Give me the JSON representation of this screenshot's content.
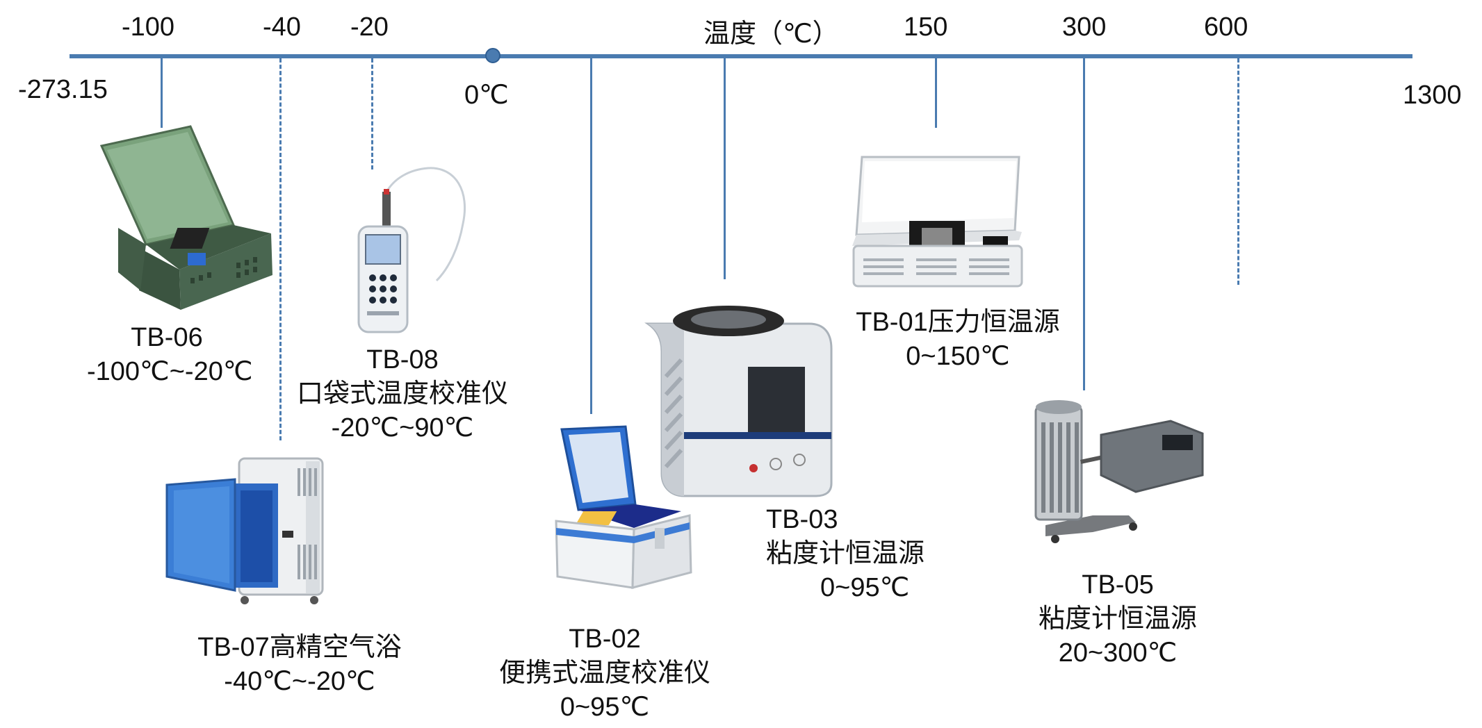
{
  "axis": {
    "title": "温度（℃）",
    "start_label": "-273.15",
    "zero_label": "0℃",
    "end_label": "1300",
    "ticks": [
      "-100",
      "-40",
      "-20",
      "150",
      "300",
      "600"
    ]
  },
  "devices": [
    {
      "model": "TB-06",
      "name": "",
      "range": "-100℃~-20℃",
      "icon": "green-cold-bath-icon"
    },
    {
      "model": "TB-08",
      "name": "口袋式温度校准仪",
      "range": "-20℃~90℃",
      "icon": "handheld-calibrator-icon"
    },
    {
      "model": "TB-07高精空气浴",
      "name": "",
      "range": "-40℃~-20℃",
      "icon": "air-bath-cabinet-icon"
    },
    {
      "model": "TB-02",
      "name": "便携式温度校准仪",
      "range": "0~95℃",
      "icon": "portable-bath-icon"
    },
    {
      "model": "TB-03",
      "name": "粘度计恒温源",
      "range": "0~95℃",
      "icon": "viscometer-bath-icon"
    },
    {
      "model": "TB-01压力恒温源",
      "name": "",
      "range": "0~150℃",
      "icon": "pressure-bath-icon"
    },
    {
      "model": "TB-05",
      "name": "粘度计恒温源",
      "range": "20~300℃",
      "icon": "dry-block-furnace-icon"
    }
  ],
  "colors": {
    "axis": "#4a7bb0",
    "label": "#111111"
  }
}
